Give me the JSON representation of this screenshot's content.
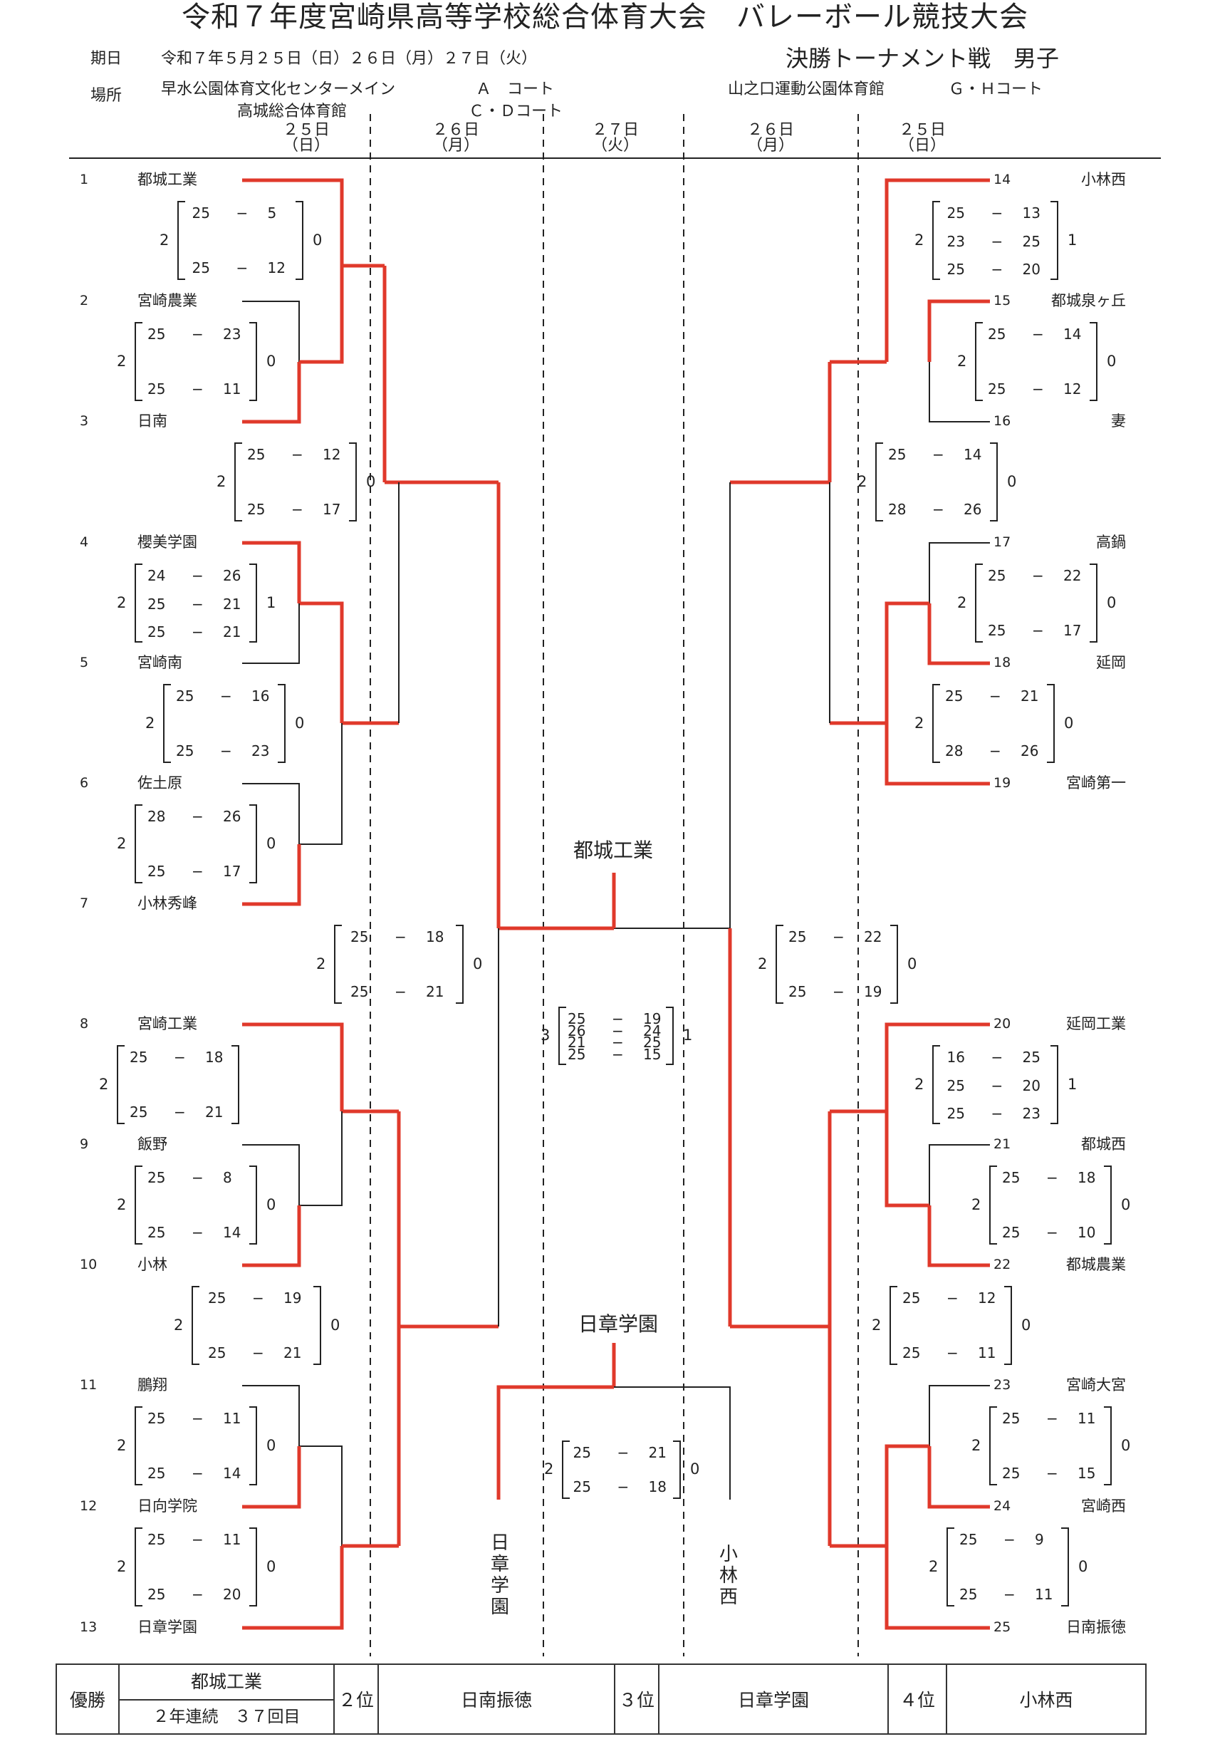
{
  "title": "令和７年度宮崎県高等学校総合体育大会　バレーボール競技大会",
  "header": {
    "period_label": "期日",
    "period": "令和７年５月２５日（日）２６日（月）２７日（火）",
    "venue_label": "場所",
    "venue1": "早水公園体育文化センターメイン",
    "court_a": "Ａ　コート",
    "venue2": "高城総合体育館",
    "court_cd": "Ｃ・Ｄコート",
    "venue3": "山之口運動公園体育館",
    "court_gh": "Ｇ・Ｈコート",
    "event": "決勝トーナメント戦　男子"
  },
  "days": [
    {
      "d": "２５日",
      "w": "（日）"
    },
    {
      "d": "２６日",
      "w": "（月）"
    },
    {
      "d": "２７日",
      "w": "（火）"
    },
    {
      "d": "２６日",
      "w": "（月）"
    },
    {
      "d": "２５日",
      "w": "（日）"
    }
  ],
  "teams": [
    {
      "seed": "1",
      "name": "都城工業"
    },
    {
      "seed": "2",
      "name": "宮崎農業"
    },
    {
      "seed": "3",
      "name": "日南"
    },
    {
      "seed": "4",
      "name": "櫻美学園"
    },
    {
      "seed": "5",
      "name": "宮崎南"
    },
    {
      "seed": "6",
      "name": "佐土原"
    },
    {
      "seed": "7",
      "name": "小林秀峰"
    },
    {
      "seed": "8",
      "name": "宮崎工業"
    },
    {
      "seed": "9",
      "name": "飯野"
    },
    {
      "seed": "10",
      "name": "小林"
    },
    {
      "seed": "11",
      "name": "鵬翔"
    },
    {
      "seed": "12",
      "name": "日向学院"
    },
    {
      "seed": "13",
      "name": "日章学園"
    },
    {
      "seed": "14",
      "name": "小林西"
    },
    {
      "seed": "15",
      "name": "都城泉ヶ丘"
    },
    {
      "seed": "16",
      "name": "妻"
    },
    {
      "seed": "17",
      "name": "高鍋"
    },
    {
      "seed": "18",
      "name": "延岡"
    },
    {
      "seed": "19",
      "name": "宮崎第一"
    },
    {
      "seed": "20",
      "name": "延岡工業"
    },
    {
      "seed": "21",
      "name": "都城西"
    },
    {
      "seed": "22",
      "name": "都城農業"
    },
    {
      "seed": "23",
      "name": "宮崎大宮"
    },
    {
      "seed": "24",
      "name": "宮崎西"
    },
    {
      "seed": "25",
      "name": "日南振徳"
    }
  ],
  "matches": [
    {
      "id": "m1",
      "sets": [
        [
          "25",
          "5"
        ],
        [
          "25",
          "12"
        ]
      ],
      "l": "2",
      "r": "0"
    },
    {
      "id": "m2",
      "sets": [
        [
          "25",
          "23"
        ],
        [
          "25",
          "11"
        ]
      ],
      "l": "2",
      "r": "0"
    },
    {
      "id": "m3",
      "sets": [
        [
          "25",
          "12"
        ],
        [
          "25",
          "17"
        ]
      ],
      "l": "2",
      "r": "0"
    },
    {
      "id": "m4",
      "sets": [
        [
          "24",
          "26"
        ],
        [
          "25",
          "21"
        ],
        [
          "25",
          "21"
        ]
      ],
      "l": "2",
      "r": "1"
    },
    {
      "id": "m5",
      "sets": [
        [
          "25",
          "16"
        ],
        [
          "25",
          "23"
        ]
      ],
      "l": "2",
      "r": "0"
    },
    {
      "id": "m6",
      "sets": [
        [
          "28",
          "26"
        ],
        [
          "25",
          "17"
        ]
      ],
      "l": "2",
      "r": "0"
    },
    {
      "id": "m7",
      "sets": [
        [
          "25",
          "18"
        ],
        [
          "25",
          "21"
        ]
      ],
      "l": "2",
      "r": "0"
    },
    {
      "id": "m8",
      "sets": [
        [
          "25",
          "18"
        ],
        [
          "25",
          "21"
        ]
      ],
      "l": "2",
      "r": ""
    },
    {
      "id": "m9",
      "sets": [
        [
          "25",
          "8"
        ],
        [
          "25",
          "14"
        ]
      ],
      "l": "2",
      "r": "0"
    },
    {
      "id": "m10",
      "sets": [
        [
          "25",
          "19"
        ],
        [
          "25",
          "21"
        ]
      ],
      "l": "2",
      "r": "0"
    },
    {
      "id": "m11",
      "sets": [
        [
          "25",
          "11"
        ],
        [
          "25",
          "14"
        ]
      ],
      "l": "2",
      "r": "0"
    },
    {
      "id": "m12",
      "sets": [
        [
          "25",
          "11"
        ],
        [
          "25",
          "20"
        ]
      ],
      "l": "2",
      "r": "0"
    },
    {
      "id": "m13",
      "sets": [
        [
          "25",
          "13"
        ],
        [
          "23",
          "25"
        ],
        [
          "25",
          "20"
        ]
      ],
      "l": "2",
      "r": "1"
    },
    {
      "id": "m14",
      "sets": [
        [
          "25",
          "14"
        ],
        [
          "25",
          "12"
        ]
      ],
      "l": "2",
      "r": "0"
    },
    {
      "id": "m15",
      "sets": [
        [
          "25",
          "14"
        ],
        [
          "28",
          "26"
        ]
      ],
      "l": "2",
      "r": "0"
    },
    {
      "id": "m16",
      "sets": [
        [
          "25",
          "22"
        ],
        [
          "25",
          "17"
        ]
      ],
      "l": "2",
      "r": "0"
    },
    {
      "id": "m17",
      "sets": [
        [
          "25",
          "21"
        ],
        [
          "28",
          "26"
        ]
      ],
      "l": "2",
      "r": "0"
    },
    {
      "id": "m18",
      "sets": [
        [
          "25",
          "22"
        ],
        [
          "25",
          "19"
        ]
      ],
      "l": "2",
      "r": "0"
    },
    {
      "id": "m19",
      "sets": [
        [
          "16",
          "25"
        ],
        [
          "25",
          "20"
        ],
        [
          "25",
          "23"
        ]
      ],
      "l": "2",
      "r": "1"
    },
    {
      "id": "m20",
      "sets": [
        [
          "25",
          "18"
        ],
        [
          "25",
          "10"
        ]
      ],
      "l": "2",
      "r": "0"
    },
    {
      "id": "m21",
      "sets": [
        [
          "25",
          "12"
        ],
        [
          "25",
          "11"
        ]
      ],
      "l": "2",
      "r": "0"
    },
    {
      "id": "m22",
      "sets": [
        [
          "25",
          "11"
        ],
        [
          "25",
          "15"
        ]
      ],
      "l": "2",
      "r": "0"
    },
    {
      "id": "m23",
      "sets": [
        [
          "25",
          "9"
        ],
        [
          "25",
          "11"
        ]
      ],
      "l": "2",
      "r": "0"
    },
    {
      "id": "final",
      "sets": [
        [
          "25",
          "19"
        ],
        [
          "26",
          "24"
        ],
        [
          "21",
          "25"
        ],
        [
          "25",
          "15"
        ]
      ],
      "l": "3",
      "r": "1"
    },
    {
      "id": "third",
      "sets": [
        [
          "25",
          "21"
        ],
        [
          "25",
          "18"
        ]
      ],
      "l": "2",
      "r": "0"
    }
  ],
  "champion_label": "都城工業",
  "third_place_label": "日章学園",
  "third_left_vertical": "日章学園",
  "third_right_vertical": "小林西",
  "results": {
    "first_label": "優勝",
    "first": "都城工業",
    "first_note": "２年連続　３７回目",
    "second_label": "２位",
    "second": "日南振徳",
    "third_label": "３位",
    "third": "日章学園",
    "fourth_label": "４位",
    "fourth": "小林西"
  },
  "colors": {
    "win": "#e0392b",
    "line": "#222222"
  }
}
